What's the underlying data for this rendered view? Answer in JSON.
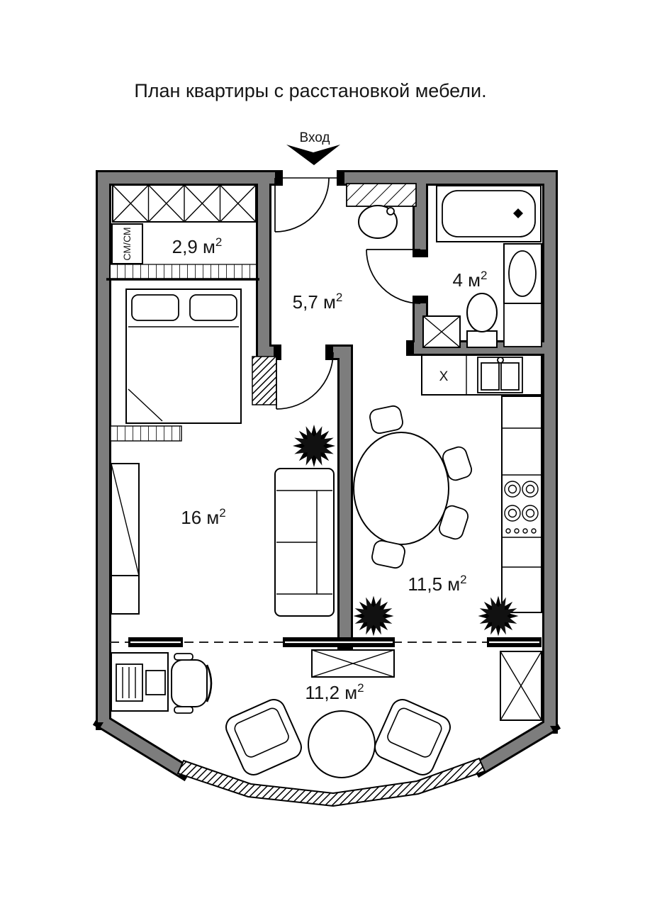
{
  "title": "План квартиры с расстановкой мебели.",
  "entrance": {
    "label": "Вход"
  },
  "rooms": [
    {
      "id": "closet",
      "area": "2,9 м",
      "sup": "2"
    },
    {
      "id": "hallway",
      "area": "5,7 м",
      "sup": "2"
    },
    {
      "id": "bathroom",
      "area": "4 м",
      "sup": "2"
    },
    {
      "id": "living-room",
      "area": "16 м",
      "sup": "2"
    },
    {
      "id": "kitchen",
      "area": "11,5 м",
      "sup": "2"
    },
    {
      "id": "balcony",
      "area": "11,2 м",
      "sup": "2"
    }
  ],
  "appliances": {
    "washer_label": "СМ/СМ",
    "hob_label": "X"
  },
  "colors": {
    "wall": "#7d7d7d",
    "line": "#000000",
    "background": "#ffffff"
  }
}
